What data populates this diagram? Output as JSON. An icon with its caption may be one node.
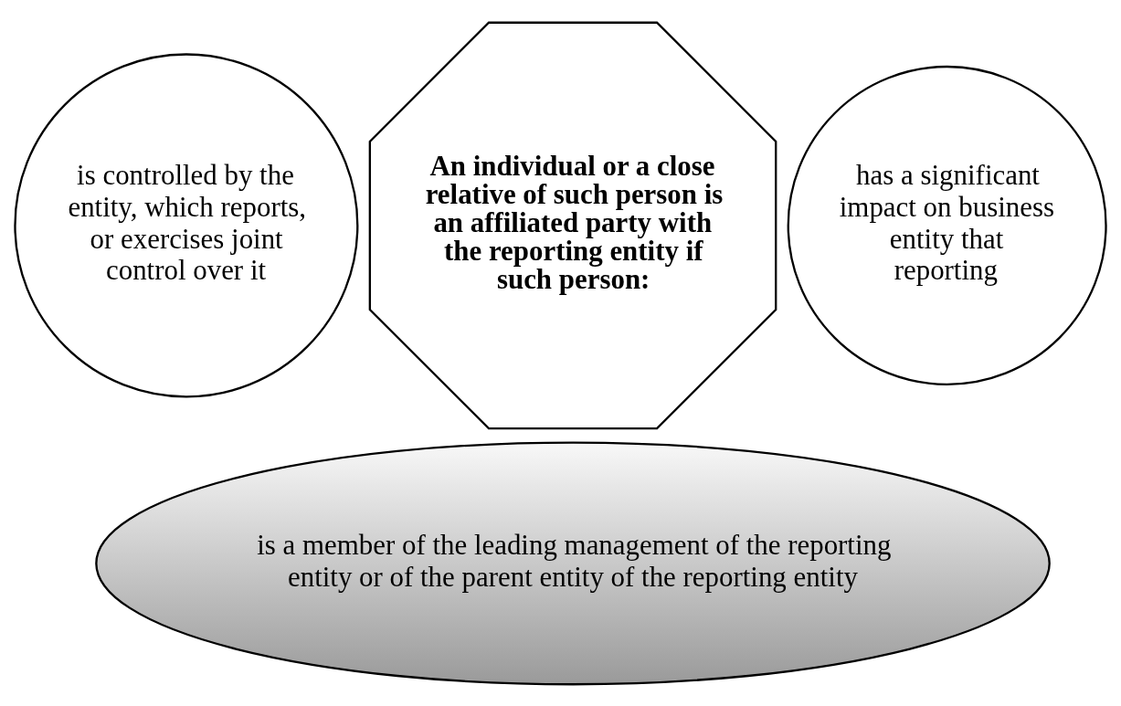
{
  "diagram": {
    "nodes": [
      {
        "text": [
          "An individual or a close relative of such person is an affiliated party with the reporting entity if such person:"
        ]
      },
      {
        "text": [
          "is controlled by the entity, which reports, or exercises joint control over it"
        ]
      },
      {
        "text": [
          "has a significant impact on business entity that reporting"
        ]
      },
      {
        "text": [
          "is a member of the leading management of the reporting entity or of the parent entity of the reporting entity"
        ]
      }
    ],
    "edges": []
  }
}
